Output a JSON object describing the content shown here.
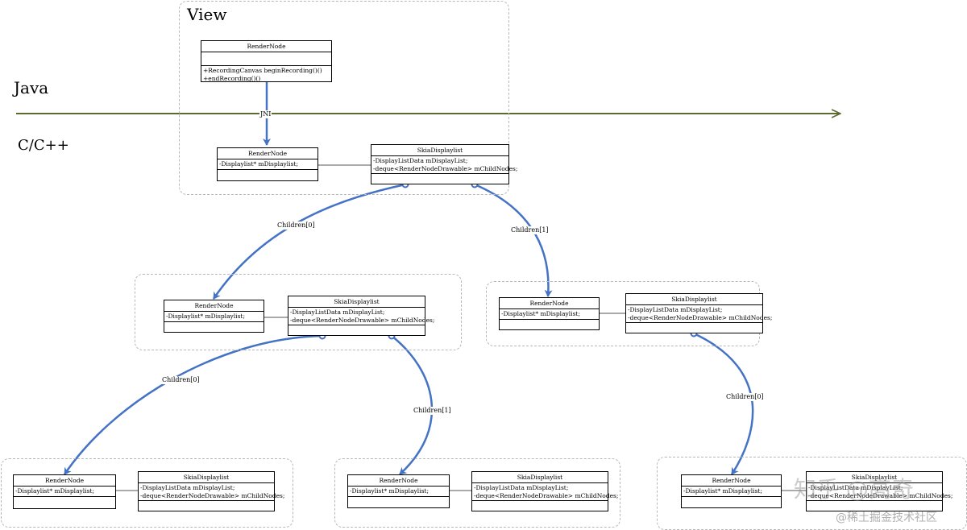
{
  "labels": {
    "view": "View",
    "java": "Java",
    "cpp": "C/C++",
    "jni": "JNI"
  },
  "render_node": {
    "name": "RenderNode",
    "field": "-Displaylist* mDisplaylist;"
  },
  "java_render_node": {
    "name": "RenderNode",
    "op1": "+RecordingCanvas beginRecording()()",
    "op2": "+endRecording()()"
  },
  "skia": {
    "name": "SkiaDisplaylist",
    "field1": "-DisplayListData mDisplayList;",
    "field2": "-deque<RenderNodeDrawable> mChildNodes;"
  },
  "edges": {
    "children0": "Children[0]",
    "children1": "Children[1]"
  },
  "watermark": {
    "main": "知乎 @高奇",
    "sub": "@稀土掘金技术社区"
  },
  "colors": {
    "connector": "#4472c4",
    "java_arrow": "#5b6a2e",
    "group_border": "#b8b8b8"
  }
}
